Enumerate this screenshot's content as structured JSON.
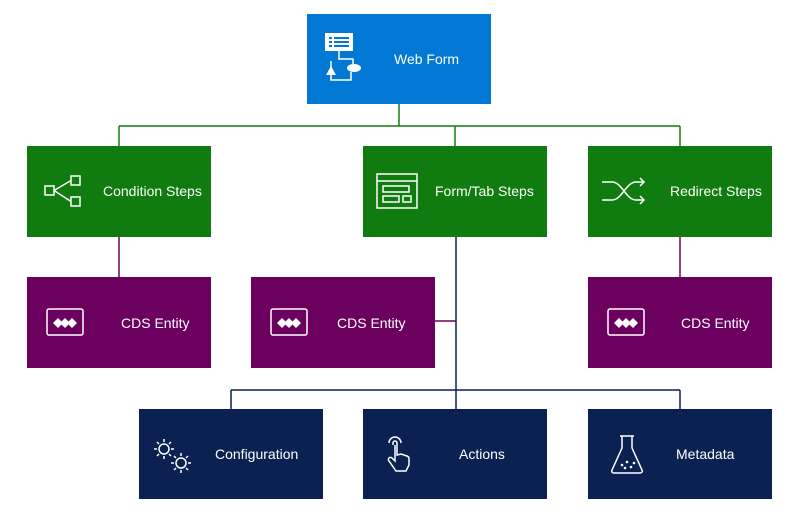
{
  "nodes": {
    "root": {
      "label": "Web Form",
      "icon": "web-form-icon",
      "color": "#0078d4"
    },
    "condition": {
      "label": "Condition Steps",
      "icon": "branch-icon",
      "color": "#107c10"
    },
    "formtab": {
      "label": "Form/Tab Steps",
      "icon": "form-icon",
      "color": "#107c10"
    },
    "redirect": {
      "label": "Redirect Steps",
      "icon": "shuffle-icon",
      "color": "#107c10"
    },
    "cds_left": {
      "label": "CDS Entity",
      "icon": "entity-icon",
      "color": "#6b005f"
    },
    "cds_mid": {
      "label": "CDS Entity",
      "icon": "entity-icon",
      "color": "#6b005f"
    },
    "cds_right": {
      "label": "CDS Entity",
      "icon": "entity-icon",
      "color": "#6b005f"
    },
    "configuration": {
      "label": "Configuration",
      "icon": "gears-icon",
      "color": "#0b2152"
    },
    "actions": {
      "label": "Actions",
      "icon": "touch-icon",
      "color": "#0b2152"
    },
    "metadata": {
      "label": "Metadata",
      "icon": "flask-icon",
      "color": "#0b2152"
    }
  }
}
